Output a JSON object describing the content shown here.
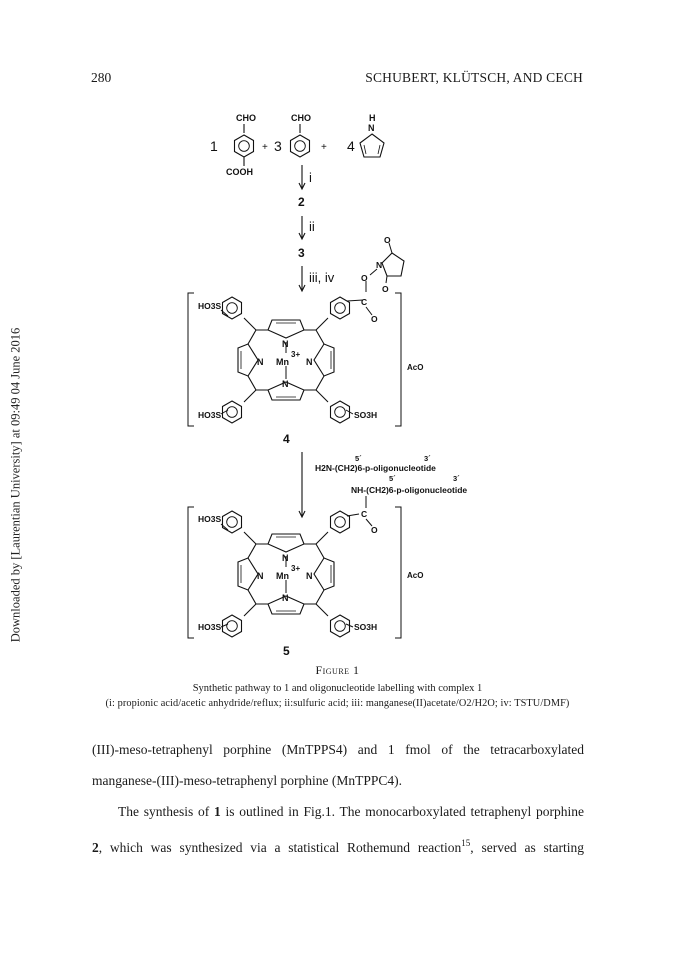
{
  "header": {
    "page_number": "280",
    "running_head": "SCHUBERT, KLÜTSCH, AND CECH"
  },
  "side_note": "Downloaded by [Laurentian University] at 09:49 04 June 2016",
  "scheme": {
    "reagents": {
      "coeff_1": "1",
      "coeff_3": "3",
      "coeff_4": "4",
      "plus": "+",
      "cho": "CHO",
      "cooh": "COOH",
      "nh": "H",
      "n": "N"
    },
    "steps": {
      "i": "i",
      "ii": "ii",
      "iii_iv": "iii, iv"
    },
    "compounds": {
      "c2": "2",
      "c3": "3",
      "c4": "4",
      "c5": "5"
    },
    "atoms": {
      "ho3s": "HO3S",
      "so3h": "SO3H",
      "mn": "Mn",
      "charge": "3+",
      "n": "N",
      "o": "O",
      "c": "C",
      "aco": "AcO"
    },
    "oligo": {
      "five_prime": "5´",
      "three_prime": "3´",
      "reagent": "H2N-(CH2)6-p-oligonucleotide",
      "linker": "NH-(CH2)6-p-oligonucleotide"
    }
  },
  "figure": {
    "label": "Figure 1",
    "caption": "Synthetic pathway to 1 and oligonucleotide labelling with complex 1",
    "conditions": "(i: propionic acid/acetic anhydride/reflux; ii:sulfuric acid; iii: manganese(II)acetate/O2/H2O; iv: TSTU/DMF)"
  },
  "body": {
    "p1_line1": "(III)-meso-tetraphenyl porphine (MnTPPS4) and 1 fmol of the tetracarboxylated",
    "p1_line2": "manganese-(III)-meso-tetraphenyl porphine (MnTPPC4).",
    "p2_a": "The synthesis of ",
    "p2_b": "1",
    "p2_c": " is outlined in Fig.1. The monocarboxylated tetraphenyl porphine",
    "p2_d": "2",
    "p2_e": ", which was synthesized via a statistical Rothemund reaction",
    "p2_sup": "15",
    "p2_f": ", served as starting"
  }
}
